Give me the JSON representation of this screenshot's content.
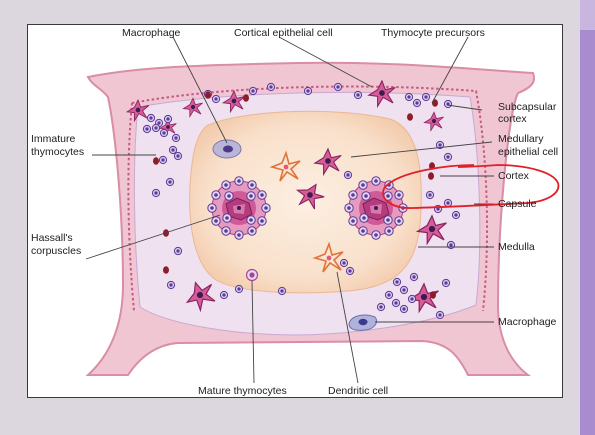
{
  "diagram": {
    "labels": {
      "macrophage_top": "Macrophage",
      "cortical_epithelial_cell": "Cortical epithelial cell",
      "thymocyte_precursors": "Thymocyte precursors",
      "subcapsular_cortex_line1": "Subcapsular",
      "subcapsular_cortex_line2": "cortex",
      "medullary_epithelial_line1": "Medullary",
      "medullary_epithelial_line2": "epithelial cell",
      "cortex": "Cortex",
      "capsule": "Capsule",
      "medulla": "Medulla",
      "macrophage_right": "Macrophage",
      "immature_thymocytes_line1": "Immature",
      "immature_thymocytes_line2": "thymocytes",
      "hassalls_line1": "Hassall's",
      "hassalls_line2": "corpuscles",
      "mature_thymocytes": "Mature thymocytes",
      "dendritic_cell": "Dendritic cell"
    },
    "colors": {
      "capsule_pink": "#e9a8ba",
      "capsule_light": "#f6d4dd",
      "cortex_lilac": "#f0e2f0",
      "medulla_peach": "#f7d8bf",
      "medulla_center": "#fbe9d9",
      "cell_magenta": "#c83f86",
      "cell_purple": "#5b3a96",
      "annotation_red": "#e0202a"
    }
  }
}
